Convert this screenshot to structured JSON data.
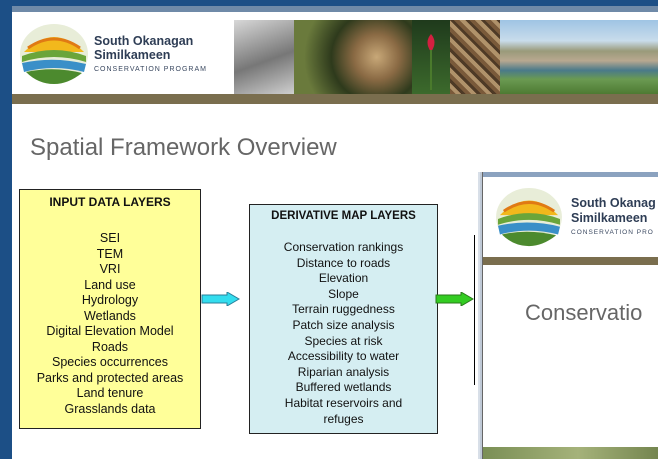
{
  "org": {
    "name_line1": "South Okanagan",
    "name_line2": "Similkameen",
    "program": "CONSERVATION PROGRAM"
  },
  "slide_title": "Spatial Framework Overview",
  "input_box": {
    "header": "INPUT DATA LAYERS",
    "items": [
      "SEI",
      "TEM",
      "VRI",
      "Land use",
      "Hydrology",
      "Wetlands",
      "Digital Elevation Model",
      "Roads",
      "Species occurrences",
      "Parks and protected areas",
      "Land tenure",
      "Grasslands data"
    ]
  },
  "derivative_box": {
    "header": "DERIVATIVE MAP LAYERS",
    "items": [
      "Conservation rankings",
      "Distance to roads",
      "Elevation",
      "Slope",
      "Terrain ruggedness",
      "Patch size analysis",
      "Species at risk",
      "Accessibility to water",
      "Riparian analysis",
      "Buffered wetlands",
      "Habitat reservoirs and",
      "refuges"
    ]
  },
  "inset": {
    "name_line1": "South Okanag",
    "name_line2": "Similkameen",
    "program": "CONSERVATION PRO",
    "title": "Conservatio"
  },
  "colors": {
    "background": "#1c4f86",
    "input_box": "#ffff99",
    "derivative_box": "#d5eef2",
    "arrow1": "#33ddee",
    "arrow2": "#33cc22",
    "band": "#7a6e4e"
  }
}
